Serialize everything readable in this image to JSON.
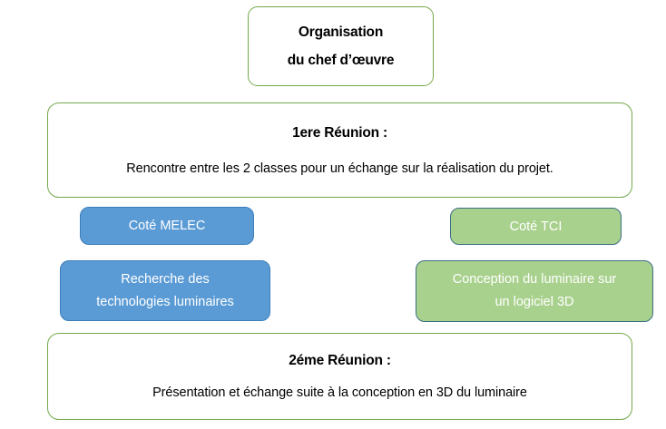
{
  "diagram": {
    "title_box": {
      "line1": "Organisation",
      "line2": "du chef d’œuvre"
    },
    "meeting1": {
      "title": "1ere Réunion :",
      "body": "Rencontre entre les 2 classes pour un échange sur la réalisation du projet."
    },
    "melec": {
      "label": "Coté MELEC",
      "task_line1": "Recherche des",
      "task_line2": "technologies luminaires"
    },
    "tci": {
      "label": "Coté TCI",
      "task_line1": "Conception du luminaire sur",
      "task_line2": "un logiciel 3D"
    },
    "meeting2": {
      "title": "2éme Réunion :",
      "body": "Présentation et échange suite à la conception en 3D du luminaire"
    },
    "colors": {
      "outline_green": "#73A94B",
      "fill_blue": "#5B9BD5",
      "border_blue": "#3C7EBB",
      "fill_green": "#A9D18E",
      "border_teal": "#3C6E82",
      "text_dark": "#000000",
      "text_light": "#FFFFFF",
      "background": "#FFFFFF"
    }
  }
}
